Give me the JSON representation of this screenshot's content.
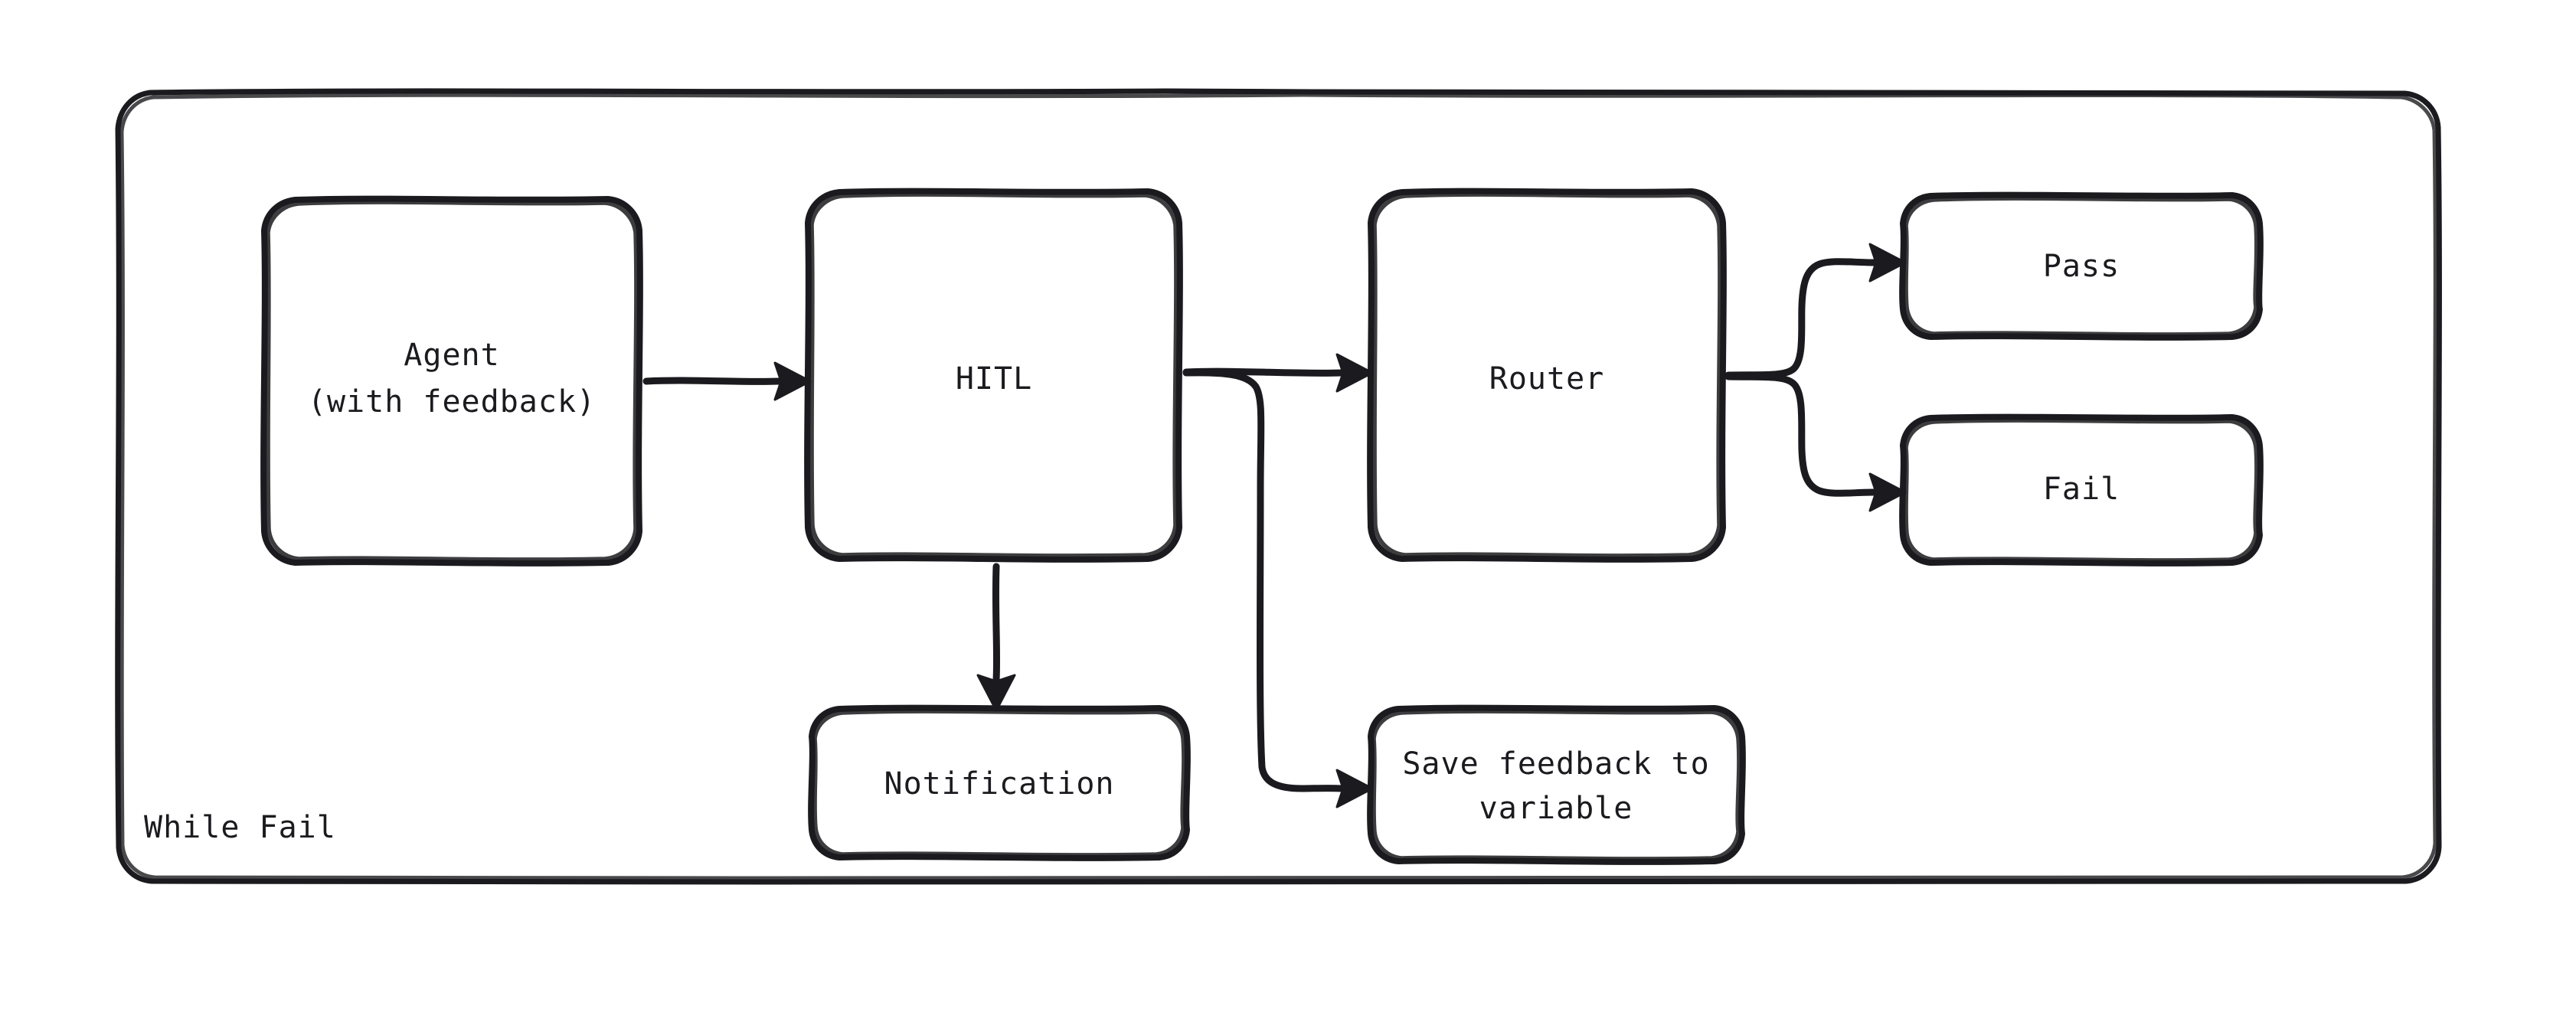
{
  "diagram": {
    "type": "flowchart",
    "style": "hand-drawn",
    "background_color": "#ffffff",
    "stroke_color": "#1b1b1f",
    "frame": {
      "label": "While Fail",
      "name": "while-fail-frame"
    },
    "nodes": [
      {
        "id": "agent",
        "name": "agent-node",
        "lines": [
          "Agent",
          "(with feedback)"
        ],
        "shape": "rounded-rect"
      },
      {
        "id": "hitl",
        "name": "hitl-node",
        "lines": [
          "HITL"
        ],
        "shape": "rounded-rect"
      },
      {
        "id": "router",
        "name": "router-node",
        "lines": [
          "Router"
        ],
        "shape": "rounded-rect"
      },
      {
        "id": "pass",
        "name": "pass-node",
        "lines": [
          "Pass"
        ],
        "shape": "rounded-rect"
      },
      {
        "id": "fail",
        "name": "fail-node",
        "lines": [
          "Fail"
        ],
        "shape": "rounded-rect"
      },
      {
        "id": "notification",
        "name": "notification-node",
        "lines": [
          "Notification"
        ],
        "shape": "rounded-rect"
      },
      {
        "id": "save_feedback",
        "name": "save-feedback-node",
        "lines": [
          "Save feedback to",
          "variable"
        ],
        "shape": "rounded-rect"
      }
    ],
    "edges": [
      {
        "id": "agent_to_hitl",
        "name": "edge-agent-to-hitl",
        "from": "agent",
        "to": "hitl",
        "arrow": true
      },
      {
        "id": "hitl_to_router",
        "name": "edge-hitl-to-router",
        "from": "hitl",
        "to": "router",
        "arrow": true
      },
      {
        "id": "hitl_to_notification",
        "name": "edge-hitl-to-notification",
        "from": "hitl",
        "to": "notification",
        "arrow": true
      },
      {
        "id": "hitl_to_save_feedback",
        "name": "edge-hitl-to-save-feedback",
        "from": "hitl",
        "to": "save_feedback",
        "arrow": true
      },
      {
        "id": "router_to_pass",
        "name": "edge-router-to-pass",
        "from": "router",
        "to": "pass",
        "arrow": true
      },
      {
        "id": "router_to_fail",
        "name": "edge-router-to-fail",
        "from": "router",
        "to": "fail",
        "arrow": true
      }
    ]
  }
}
